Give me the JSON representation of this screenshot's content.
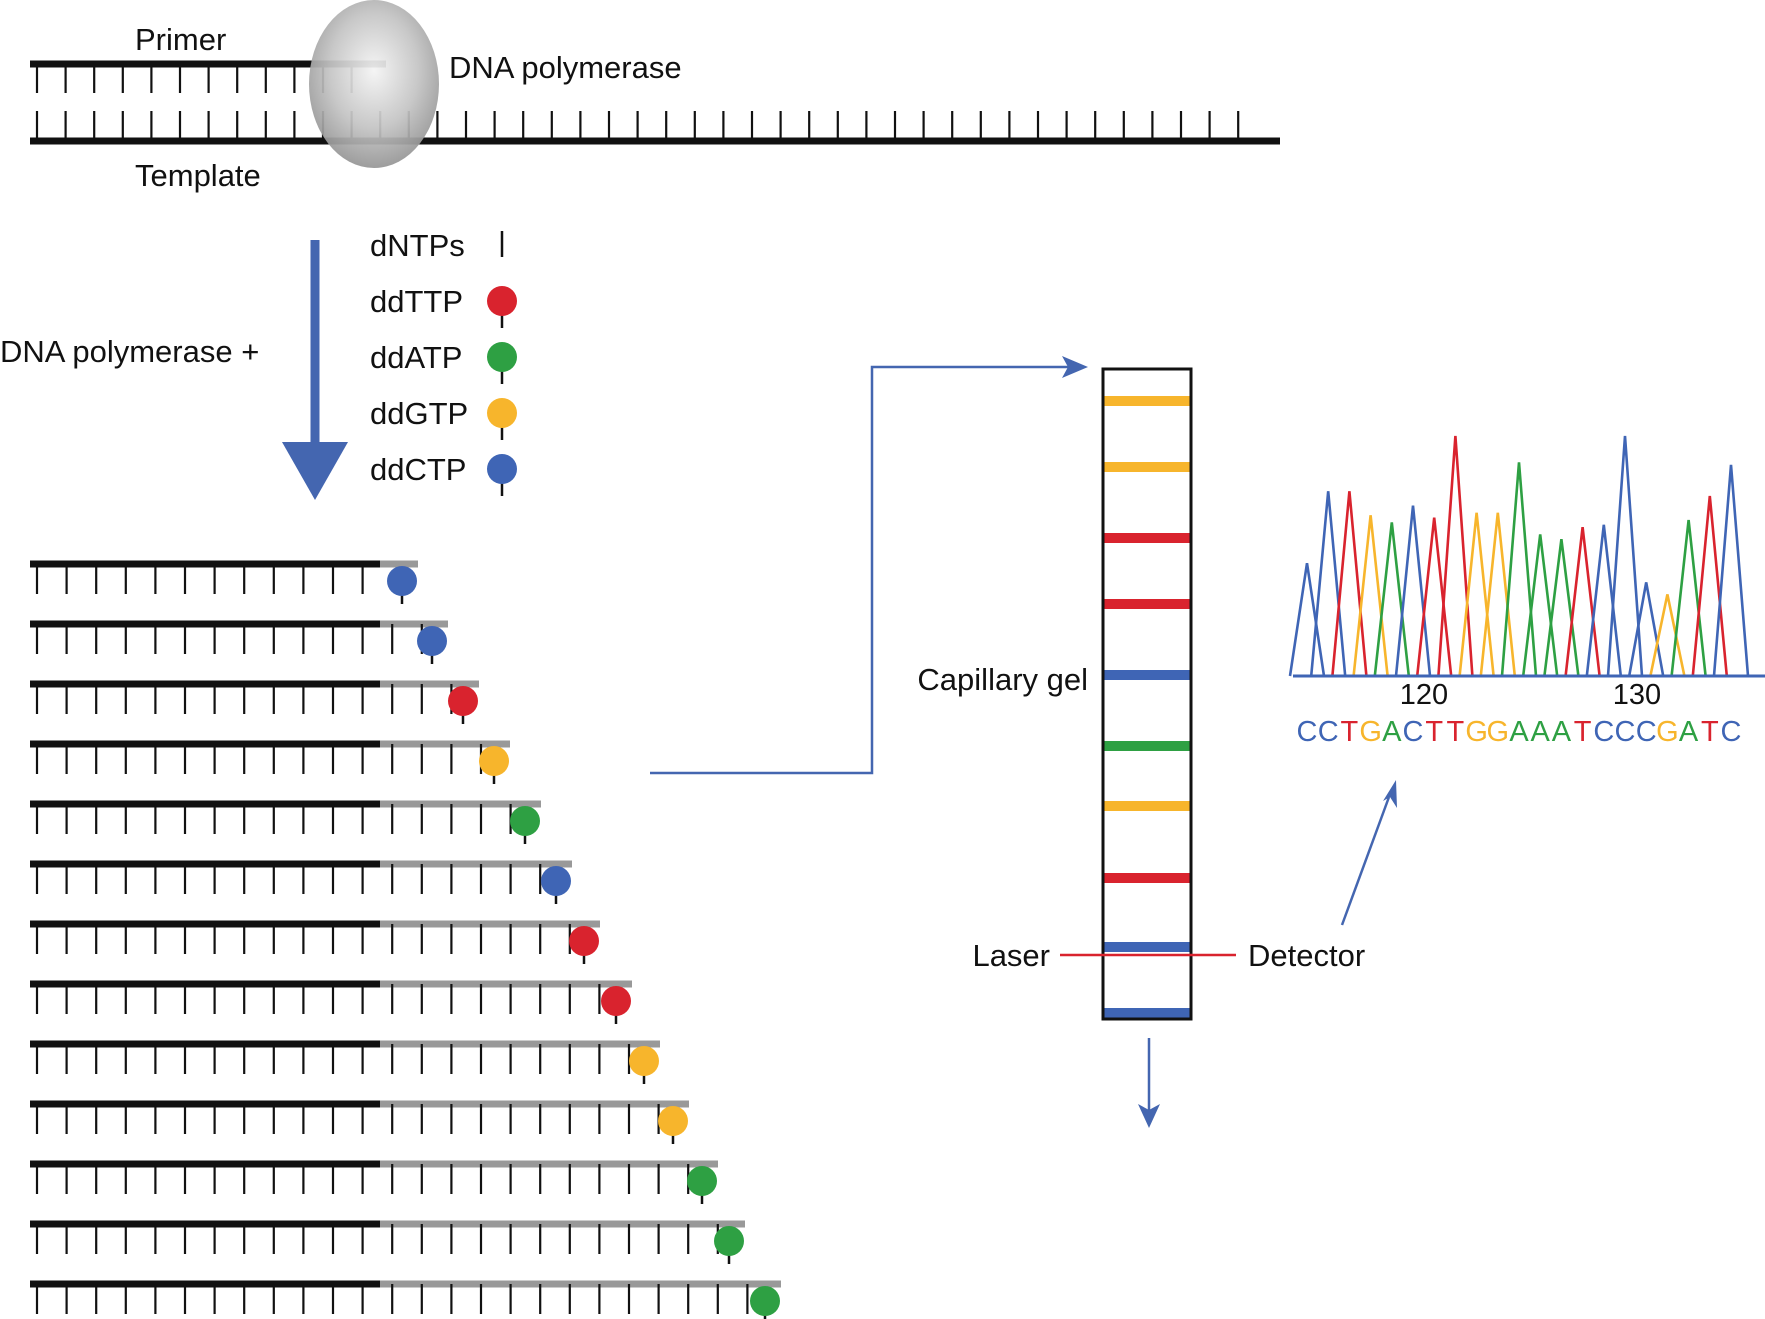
{
  "colors": {
    "strand": "#111111",
    "new_strand": "#999999",
    "arrow": "#4466b0",
    "laser_line": "#d9232e",
    "T": "#d9232e",
    "A": "#2ea043",
    "G": "#f7b52c",
    "C": "#3f65b5"
  },
  "labels": {
    "primer": "Primer",
    "template": "Template",
    "dna_polymerase": "DNA polymerase",
    "dna_polymerase_plus": "DNA polymerase +",
    "capillary_gel": "Capillary gel",
    "laser": "Laser",
    "detector": "Detector"
  },
  "reagents": [
    {
      "name": "dNTPs",
      "kind": "dNTP"
    },
    {
      "name": "ddTTP",
      "kind": "T"
    },
    {
      "name": "ddATP",
      "kind": "A"
    },
    {
      "name": "ddGTP",
      "kind": "G"
    },
    {
      "name": "ddCTP",
      "kind": "C"
    }
  ],
  "fragments": [
    "C",
    "C",
    "T",
    "G",
    "A",
    "C",
    "T",
    "T",
    "G",
    "G",
    "A",
    "A",
    "A"
  ],
  "gel_bands": [
    "G",
    "G",
    "T",
    "T",
    "C",
    "A",
    "G",
    "T",
    "C",
    "C"
  ],
  "chromatogram": {
    "ticks": [
      "120",
      "130"
    ],
    "sequence": [
      "C",
      "C",
      "T",
      "G",
      "A",
      "C",
      "T",
      "T",
      "G",
      "G",
      "A",
      "A",
      "A",
      "T",
      "C",
      "C",
      "C",
      "G",
      "A",
      "T",
      "C"
    ]
  }
}
